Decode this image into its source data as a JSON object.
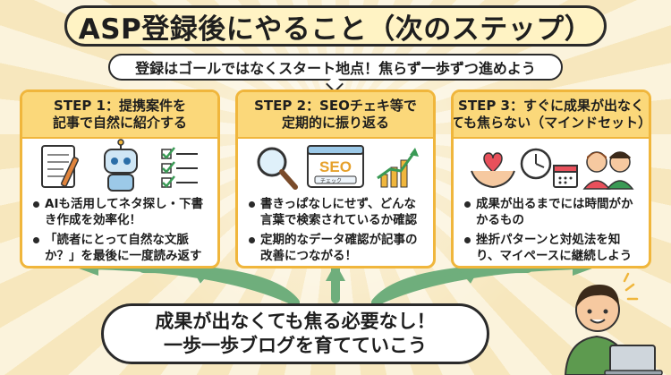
{
  "title": "ASP登録後にやること（次のステップ）",
  "subtitle": "登録はゴールではなくスタート地点！焦らず一歩ずつ進めよう",
  "steps": [
    {
      "heading_line1": "STEP 1：提携案件を",
      "heading_line2": "記事で自然に紹介する",
      "icons": [
        "document-pen-icon",
        "robot-icon",
        "checklist-icon"
      ],
      "bullets": [
        "AIも活用してネタ探し・下書き作成を効率化！",
        "「読者にとって自然な文脈か？」を最後に一度読み返す"
      ]
    },
    {
      "heading_line1": "STEP 2：SEOチェキ等で",
      "heading_line2": "定期的に振り返る",
      "icons": [
        "magnifier-icon",
        "seo-browser-icon",
        "growth-chart-icon"
      ],
      "seo_label": "SEO",
      "seo_search_label": "チェック",
      "bullets": [
        "書きっぱなしにせず、どんな言葉で検索されているか確認",
        "定期的なデータ確認が記事の改善につながる！"
      ]
    },
    {
      "heading_line1": "STEP 3：すぐに成果が出なく",
      "heading_line2": "ても焦らない（マインドセット）",
      "icons": [
        "heart-hands-icon",
        "clock-icon",
        "calendar-icon",
        "people-icon"
      ],
      "bullets": [
        "成果が出るまでには時間がかかるもの",
        "挫折パターンと対処法を知り、マイペースに継続しよう"
      ]
    }
  ],
  "bottom_message": {
    "line1": "成果が出なくても焦る必要なし！",
    "line2": "一歩一歩ブログを育てていこう"
  },
  "colors": {
    "background": "#fbf3dc",
    "card_border": "#f0b63c",
    "card_header": "#fbd87a",
    "arrow": "#6fae7c",
    "title_fill": "#fff3c4"
  }
}
